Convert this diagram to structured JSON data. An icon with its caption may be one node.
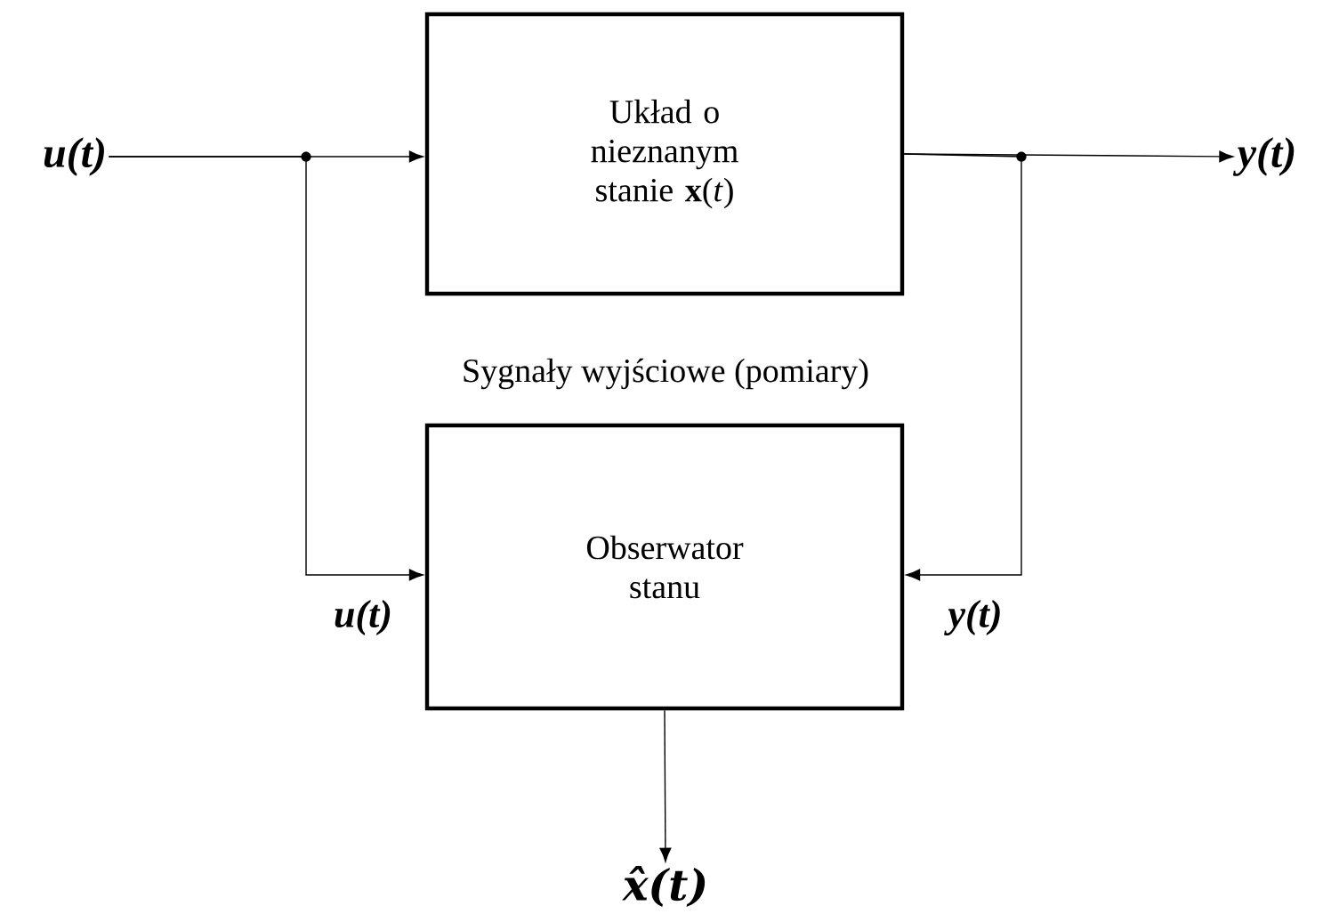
{
  "diagram": {
    "nodes": [
      {
        "text": [
          "u(t)"
        ]
      },
      {
        "text": [
          "Układ o nieznanym stanie **x**(*t*)"
        ]
      },
      {
        "text": [
          "y(t)"
        ]
      },
      {
        "text": [
          "Obserwator stanu"
        ]
      },
      {
        "text": [
          "x̂(t)"
        ]
      }
    ],
    "edges": [
      {
        "from": 0,
        "to": 1,
        "arrow": "to"
      },
      {
        "from": 0,
        "to": 3,
        "arrow": "to",
        "label": "u(t)"
      },
      {
        "from": 1,
        "to": 2,
        "arrow": "to"
      },
      {
        "from": 1,
        "to": 3,
        "arrow": "to",
        "label": "y(t)"
      },
      {
        "from": 3,
        "to": 4,
        "arrow": "to"
      }
    ],
    "labels": [
      "Sygnały wyjściowe (pomiary)"
    ]
  }
}
